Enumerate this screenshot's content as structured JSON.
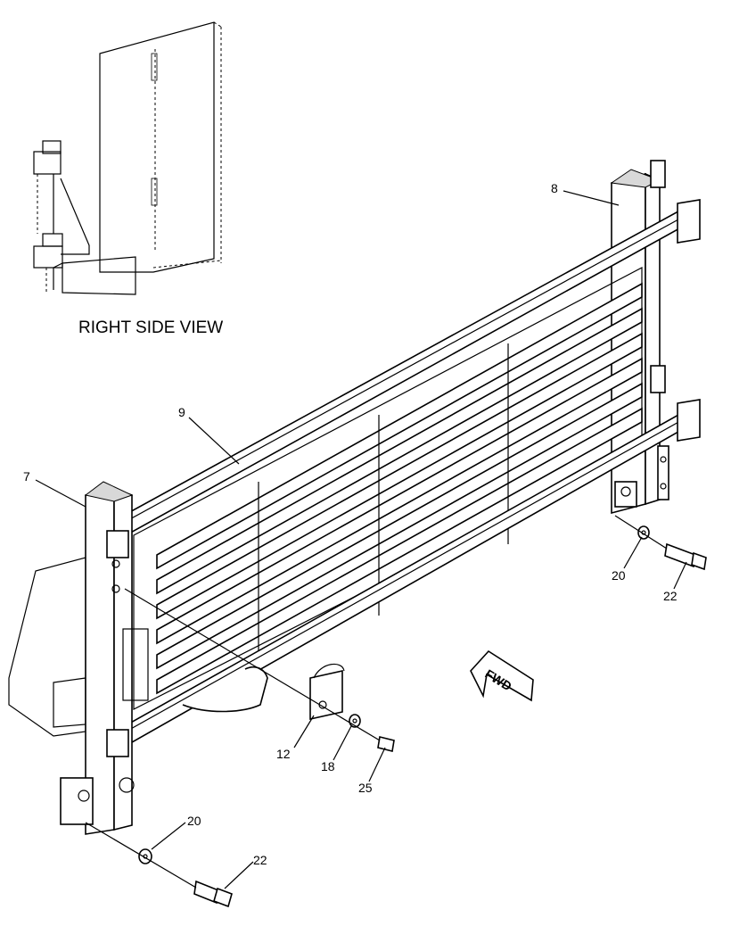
{
  "inset": {
    "title": "RIGHT SIDE VIEW"
  },
  "direction_arrow": {
    "label": "FWD"
  },
  "callouts": [
    {
      "id": "c-8",
      "text": "8"
    },
    {
      "id": "c-9",
      "text": "9"
    },
    {
      "id": "c-7",
      "text": "7"
    },
    {
      "id": "c-20-right",
      "text": "20"
    },
    {
      "id": "c-22-right",
      "text": "22"
    },
    {
      "id": "c-12",
      "text": "12"
    },
    {
      "id": "c-18",
      "text": "18"
    },
    {
      "id": "c-25",
      "text": "25"
    },
    {
      "id": "c-20-left",
      "text": "20"
    },
    {
      "id": "c-22-left",
      "text": "22"
    }
  ]
}
